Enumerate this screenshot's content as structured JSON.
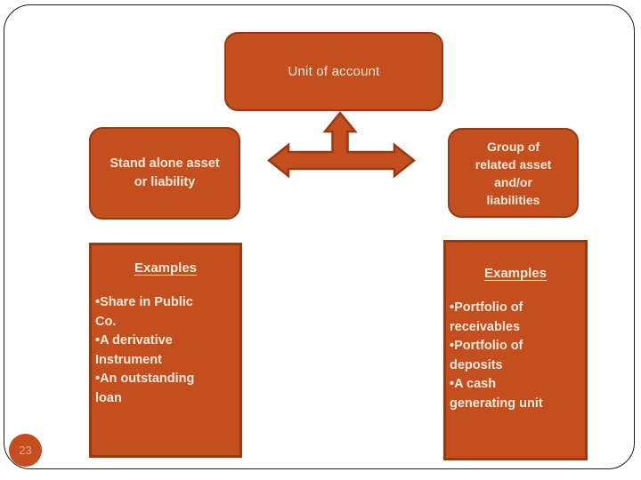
{
  "colors": {
    "shape_fill": "#C44E1E",
    "shape_border": "#963A11",
    "text_cream": "#F3EBDC",
    "page_number_text": "#E2A380",
    "frame_border": "#1c1c1c"
  },
  "page": {
    "number": "23"
  },
  "diagram": {
    "top_box": {
      "label": "Unit of account"
    },
    "left_box": {
      "lines": [
        "Stand alone asset",
        "or liability"
      ]
    },
    "right_box": {
      "lines": [
        "Group of",
        "related asset",
        "and/or",
        "liabilities"
      ]
    },
    "connector": {
      "description": "three-way-arrow"
    },
    "left_examples": {
      "title": "Examples",
      "lines": [
        "•Share in Public",
        "Co.",
        "•A derivative",
        "Instrument",
        "•An outstanding",
        "loan"
      ]
    },
    "right_examples": {
      "title": "Examples",
      "lines": [
        "•Portfolio of",
        "receivables",
        "•Portfolio of",
        "deposits",
        "•A cash",
        "generating unit"
      ]
    }
  }
}
